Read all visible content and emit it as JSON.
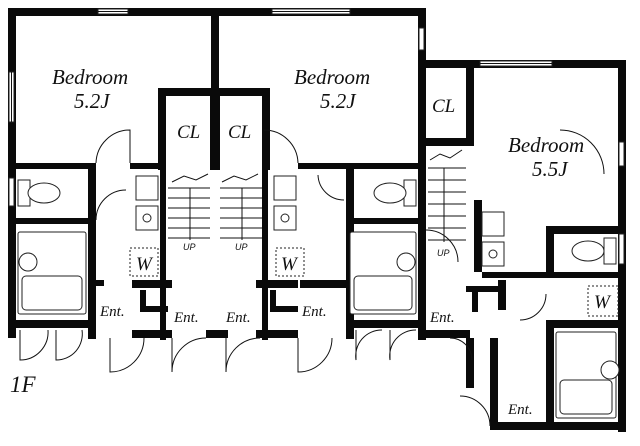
{
  "floor_label": "1F",
  "rooms": {
    "bedroom_a": {
      "name": "Bedroom",
      "size": "5.2J"
    },
    "bedroom_b": {
      "name": "Bedroom",
      "size": "5.2J"
    },
    "bedroom_c": {
      "name": "Bedroom",
      "size": "5.5J"
    }
  },
  "closets": [
    "CL",
    "CL",
    "CL"
  ],
  "washer": "W",
  "entrance": "Ent.",
  "stairs_up": "UP"
}
